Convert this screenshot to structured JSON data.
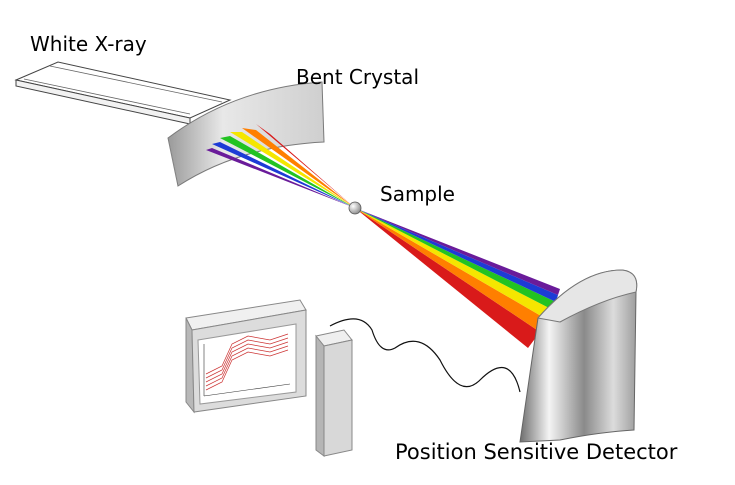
{
  "labels": {
    "white_xray": "White X-ray",
    "bent_crystal": "Bent Crystal",
    "sample": "Sample",
    "detector": "Position Sensitive Detector"
  },
  "spectrum_colors": [
    "#d91a1a",
    "#ff7f00",
    "#f5e600",
    "#22c322",
    "#1d3bd6",
    "#6a1b9a"
  ],
  "colors": {
    "device_light": "#e2e2e2",
    "device_mid": "#bdbdbd",
    "device_dark": "#8c8c8c",
    "plot_trace": "#cc3333"
  }
}
